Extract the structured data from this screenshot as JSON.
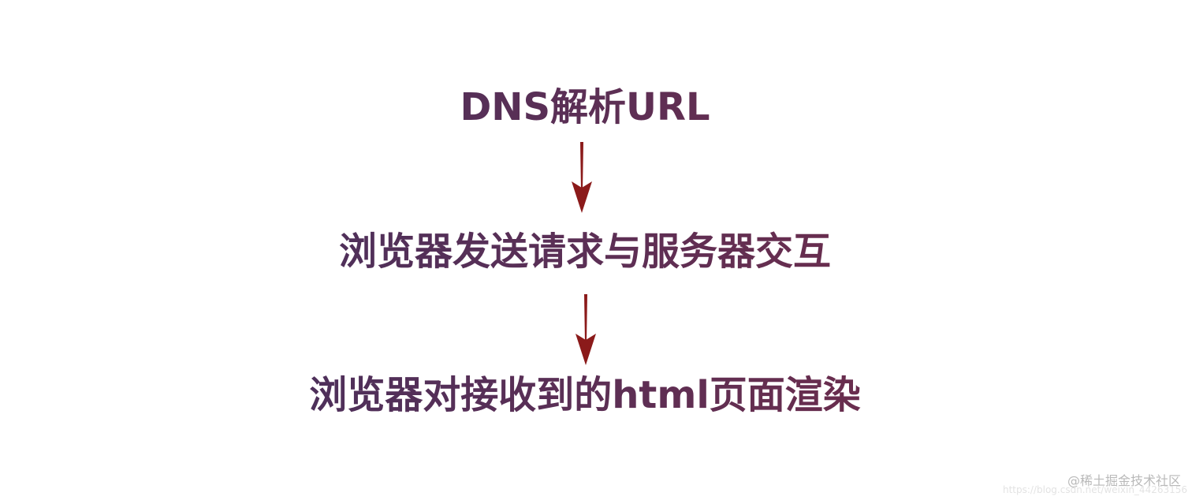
{
  "flow": {
    "steps": [
      {
        "label": "DNS解析URL"
      },
      {
        "label": "浏览器发送请求与服务器交互"
      },
      {
        "label": "浏览器对接收到的html页面渲染"
      }
    ],
    "arrow_color": "#8b1a1a",
    "text_gradient": [
      "#3f3060",
      "#7a2a45"
    ]
  },
  "watermark": {
    "site": "@稀土掘金技术社区",
    "url": "https://blog.csdn.net/weixin_44263156"
  }
}
